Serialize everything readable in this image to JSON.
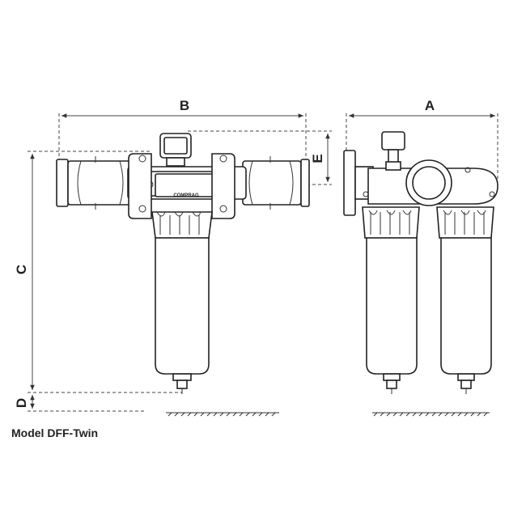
{
  "dimensions": {
    "a": "A",
    "b": "B",
    "c": "C",
    "d": "D",
    "e": "E"
  },
  "brand_label": "COMPRAG",
  "caption": "Model DFF-Twin"
}
